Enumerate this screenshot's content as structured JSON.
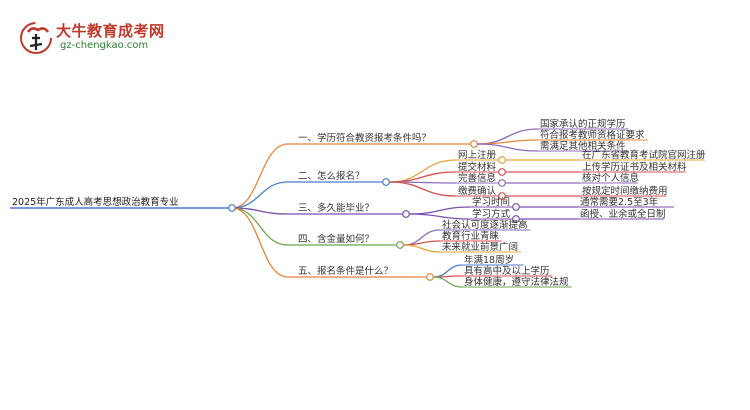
{
  "brand": {
    "name": "大牛教育成考网",
    "url": "gz-chengkao.com"
  },
  "mindmap": {
    "root": "2025年广东成人高考思想政治教育专业",
    "branches": [
      {
        "label": "一、学历符合教资报考条件吗？",
        "color": "#e8853b",
        "children": [
          {
            "label": "国家承认的正规学历",
            "color": "#8e6bbf"
          },
          {
            "label": "符合报考教师资格证要求",
            "color": "#e8853b"
          },
          {
            "label": "需满足其他相关条件",
            "color": "#8e6bbf"
          }
        ]
      },
      {
        "label": "二、怎么报名？",
        "color": "#4a7ecf",
        "children": [
          {
            "label": "网上注册",
            "color": "#e8a33b",
            "detail": "在广东省教育考试院官网注册"
          },
          {
            "label": "提交材料",
            "color": "#d9534f",
            "detail": "上传学历证书及相关材料"
          },
          {
            "label": "完善信息",
            "color": "#8e6bbf",
            "detail": "核对个人信息"
          },
          {
            "label": "缴费确认",
            "color": "#d9534f",
            "detail": "按规定时间缴纳费用"
          }
        ]
      },
      {
        "label": "三、多久能毕业？",
        "color": "#7b4fb0",
        "children": [
          {
            "label": "学习时间",
            "color": "#7b4fb0",
            "detail": "通常需要2.5至3年"
          },
          {
            "label": "学习方式",
            "color": "#7b4fb0",
            "detail": "函授、业余或全日制"
          }
        ]
      },
      {
        "label": "四、含金量如何？",
        "color": "#6aa84f",
        "children": [
          {
            "label": "社会认可度逐渐提高",
            "color": "#8e6bbf"
          },
          {
            "label": "教育行业青睐",
            "color": "#d9534f"
          },
          {
            "label": "未来就业前景广阔",
            "color": "#e8a33b"
          }
        ]
      },
      {
        "label": "五、报名条件是什么？",
        "color": "#e8853b",
        "children": [
          {
            "label": "年满18周岁",
            "color": "#4a7ecf"
          },
          {
            "label": "具有高中及以上学历",
            "color": "#d9534f"
          },
          {
            "label": "身体健康，遵守法律法规",
            "color": "#6aa84f"
          }
        ]
      }
    ]
  }
}
